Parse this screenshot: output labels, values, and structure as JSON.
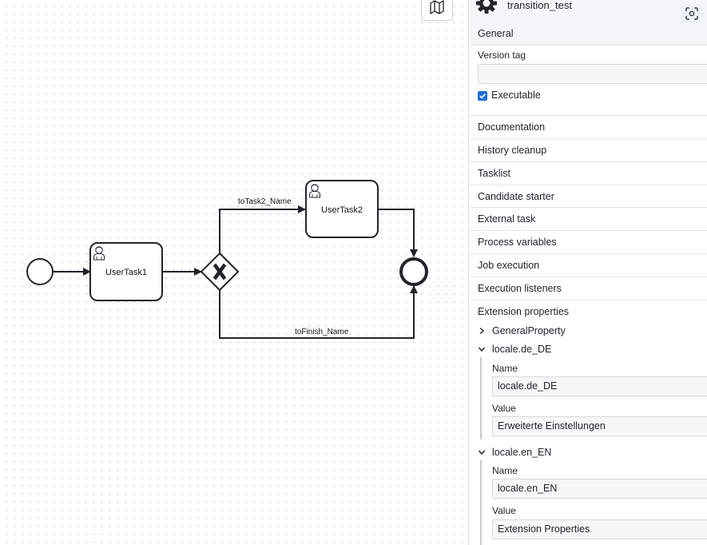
{
  "canvas": {
    "elements": {
      "task1": "UserTask1",
      "task2": "UserTask2"
    },
    "flows": {
      "to_task2": "toTask2_Name",
      "to_finish": "toFinish_Name"
    },
    "minimap_icon": "map-icon"
  },
  "panel": {
    "process_name": "transition_test",
    "header_icon": "gear-icon",
    "focus_icon": "focus-icon",
    "general": {
      "title": "General",
      "version_tag_label": "Version tag",
      "version_tag_value": "",
      "executable_label": "Executable",
      "executable_checked": true
    },
    "groups": [
      "Documentation",
      "History cleanup",
      "Tasklist",
      "Candidate starter",
      "External task",
      "Process variables",
      "Job execution",
      "Execution listeners"
    ],
    "extension": {
      "title": "Extension properties",
      "items": [
        {
          "title": "GeneralProperty",
          "expanded": false
        },
        {
          "title": "locale.de_DE",
          "expanded": true,
          "name_label": "Name",
          "name_value": "locale.de_DE",
          "value_label": "Value",
          "value_value": "Erweiterte Einstellungen"
        },
        {
          "title": "locale.en_EN",
          "expanded": true,
          "name_label": "Name",
          "name_value": "locale.en_EN",
          "value_label": "Value",
          "value_value": "Extension Properties"
        }
      ]
    }
  },
  "colors": {
    "accent": "#1f6fd6",
    "stroke": "#22242a",
    "panel_header_bg": "#f5f6f7"
  }
}
